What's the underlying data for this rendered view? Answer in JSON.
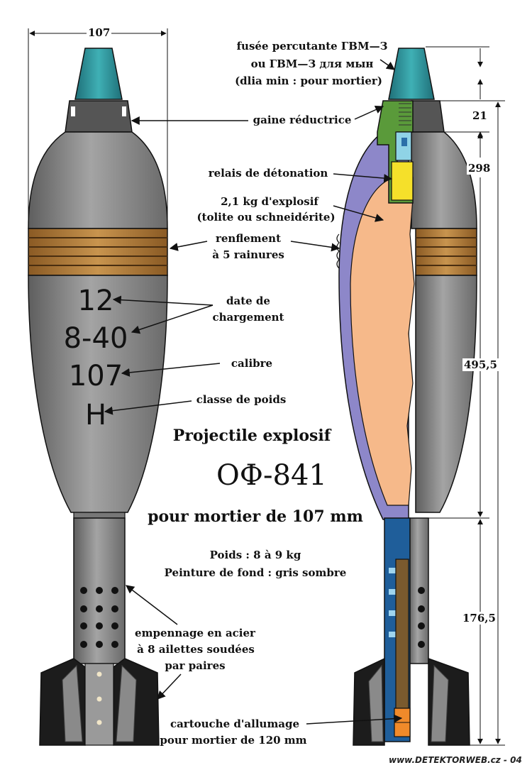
{
  "dimensions": {
    "width": "107",
    "d21": "21",
    "d298": "298",
    "d4955": "495,5",
    "d1765": "176,5"
  },
  "labels": {
    "fuse_line1": "fusée percutante  ГВМ—З",
    "fuse_line2": "ou  ГВМ—З для мын",
    "fuse_line3": "(dlia min : pour mortier)",
    "gaine": "gaine réductrice",
    "relais": "relais de détonation",
    "explosif_line1": "2,1 kg d'explosif",
    "explosif_line2": "(tolite ou schneidérite)",
    "renflement_line1": "renflement",
    "renflement_line2": "à 5 rainures",
    "date_line1": "date de",
    "date_line2": "chargement",
    "calibre": "calibre",
    "classe": "classe de poids",
    "empennage_line1": "empennage en acier",
    "empennage_line2": "à 8 ailettes soudées",
    "empennage_line3": "par paires",
    "cartouche_line1": "cartouche d'allumage",
    "cartouche_line2": "pour mortier de 120 mm"
  },
  "markings": {
    "day": "12",
    "date": "8-40",
    "caliber": "107",
    "weight_class": "H"
  },
  "title": {
    "line1": "Projectile explosif",
    "model": "ОФ-841",
    "line2": "pour mortier de 107 mm"
  },
  "specs": {
    "weight": "Poids : 8 à 9 kg",
    "paint": "Peinture de fond : gris sombre"
  },
  "credit": "www.DETEKTORWEB.cz - 04",
  "colors": {
    "body_gray": "#8a8a8a",
    "fuse_teal": "#2a8f95",
    "band_copper": "#b07a3c",
    "explosive": "#f6b98a",
    "liner_purple": "#8d87c9",
    "booster_yellow": "#f5e02a",
    "adapter_green": "#5a9a3a",
    "tube_blue": "#1f5e9a",
    "cartridge_brown": "#7a5a2e",
    "primer_orange": "#f08a2a",
    "fin_black": "#1c1c1c"
  }
}
